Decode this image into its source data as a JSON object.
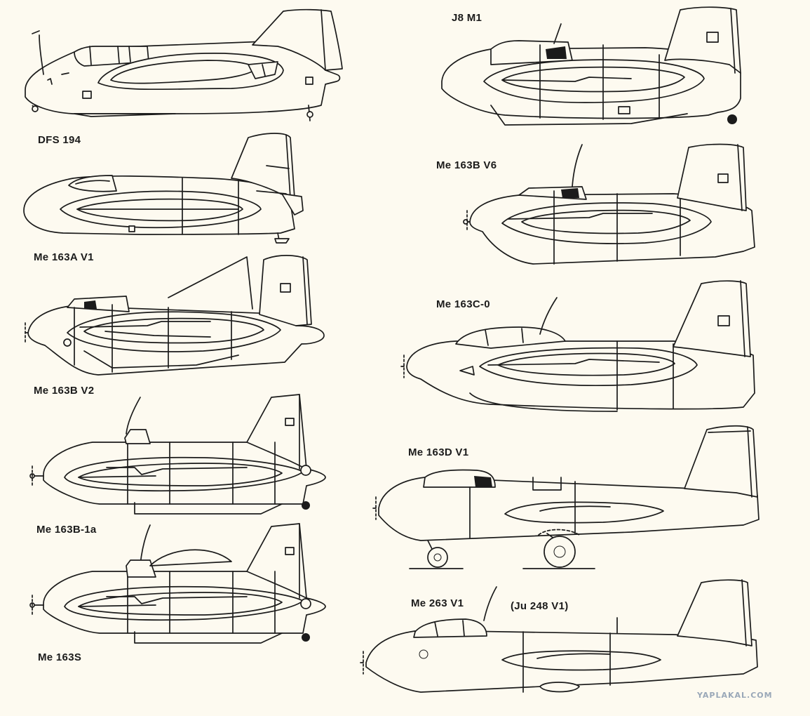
{
  "labels": {
    "dfs194": "DFS 194",
    "me163a_v1": "Me 163A V1",
    "me163b_v2": "Me 163B V2",
    "me163b_1a": "Me 163B-1a",
    "me163s": "Me 163S",
    "j8m1": "J8 M1",
    "me163b_v6": "Me 163B V6",
    "me163c_0": "Me 163C-0",
    "me163d_v1": "Me 163D V1",
    "me263_v1": "Me 263 V1",
    "ju248_v1": "(Ju 248 V1)"
  },
  "watermark": "YAPLAKAL.COM",
  "colors": {
    "ink": "#1b1b1b",
    "paper": "#fdfaf0",
    "watermark": "#9aa8b8"
  }
}
